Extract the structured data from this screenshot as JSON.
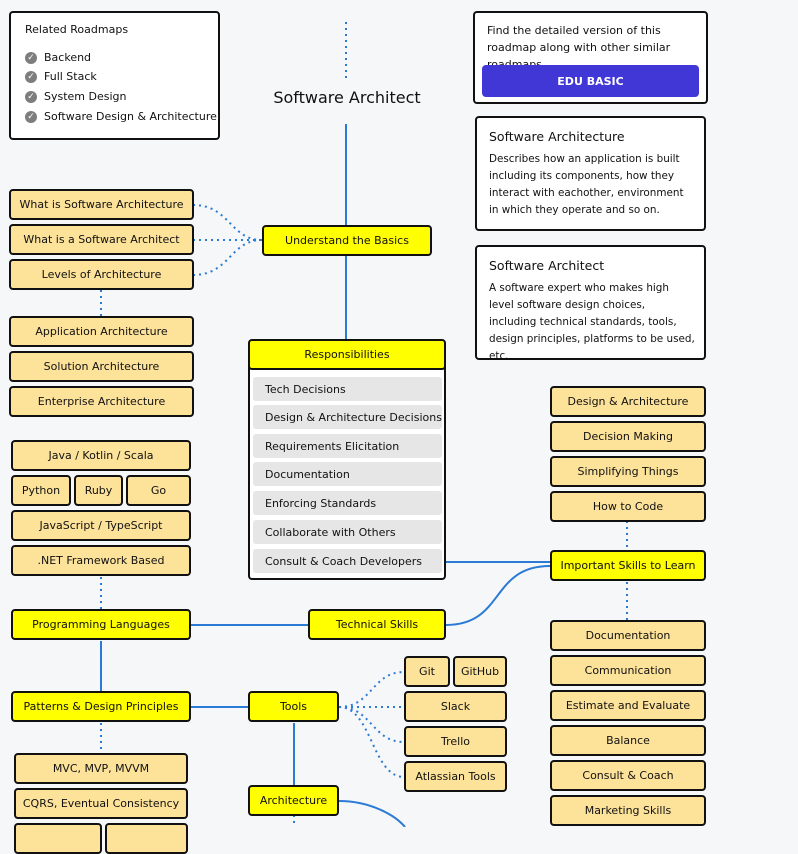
{
  "related": {
    "title": "Related Roadmaps",
    "items": [
      "Backend",
      "Full Stack",
      "System Design",
      "Software Design & Architecture"
    ]
  },
  "title": "Software Architect",
  "edu": {
    "text": "Find the detailed version of this roadmap along with other similar roadmaps",
    "button": "EDU BASIC"
  },
  "info_cards": [
    {
      "title": "Software Architecture",
      "body": "Describes how an application is built including its components, how they interact with eachother, environment in which they operate and so on."
    },
    {
      "title": "Software Architect",
      "body": "A software expert who makes high level software design choices, including technical standards, tools, design principles, platforms to be used, etc."
    }
  ],
  "basics": {
    "label": "Understand the Basics",
    "items": [
      "What is Software Architecture",
      "What is a Software Architect",
      "Levels of Architecture"
    ]
  },
  "levels": [
    "Application Architecture",
    "Solution Architecture",
    "Enterprise Architecture"
  ],
  "responsibilities": {
    "label": "Responsibilities",
    "items": [
      "Tech Decisions",
      "Design & Architecture Decisions",
      "Requirements Elicitation",
      "Documentation",
      "Enforcing Standards",
      "Collaborate with Others",
      "Consult & Coach Developers"
    ]
  },
  "skills": {
    "label": "Important Skills to Learn",
    "above": [
      "Design & Architecture",
      "Decision Making",
      "Simplifying Things",
      "How to Code"
    ],
    "below": [
      "Documentation",
      "Communication",
      "Estimate and Evaluate",
      "Balance",
      "Consult & Coach",
      "Marketing Skills"
    ]
  },
  "languages": {
    "label": "Programming Languages",
    "items": [
      "Java / Kotlin / Scala",
      "Python",
      "Ruby",
      "Go",
      "JavaScript / TypeScript",
      ".NET Framework Based"
    ]
  },
  "technical_skills": "Technical Skills",
  "patterns": {
    "label": "Patterns & Design Principles",
    "items": [
      "MVC, MVP, MVVM",
      "CQRS, Eventual Consistency"
    ]
  },
  "tools": {
    "label": "Tools",
    "items": [
      "Git",
      "GitHub",
      "Slack",
      "Trello",
      "Atlassian Tools"
    ]
  },
  "architecture": "Architecture",
  "colors": {
    "primary_node": "#ffff00",
    "secondary_node": "#fde29a",
    "edge": "#2b7ad6",
    "button": "#4136d6"
  }
}
